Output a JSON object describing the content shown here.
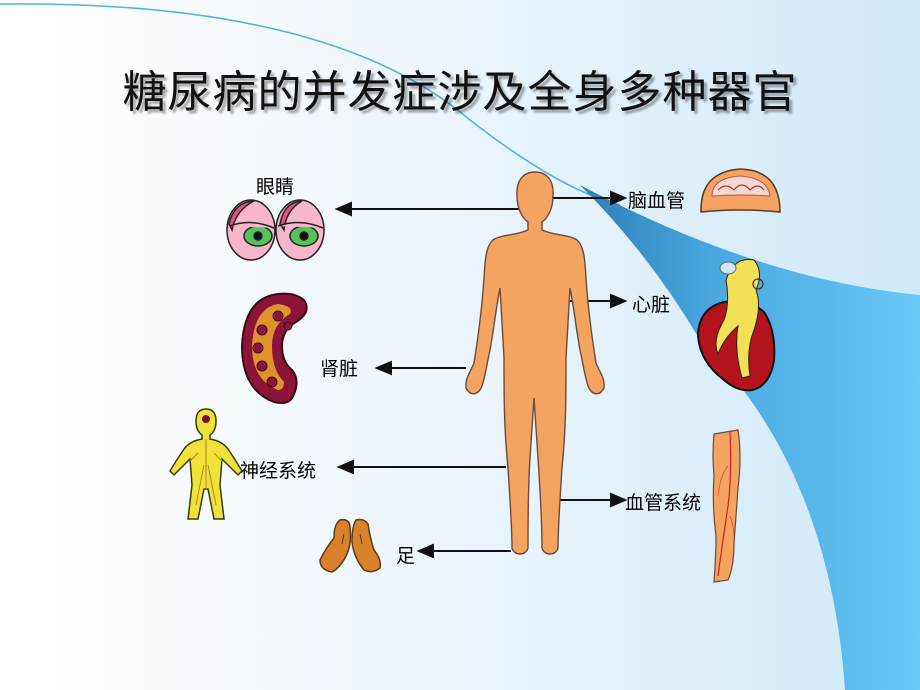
{
  "slide": {
    "title": "糖尿病的并发症涉及全身多种器官",
    "colors": {
      "background_light": "#eef6fc",
      "accent_band": "#5fc0f2",
      "accent_band_dark": "#3f8fc4",
      "body_skin": "#f4a460",
      "arrow": "#111111"
    }
  },
  "figure": {
    "center": "human-body-silhouette",
    "organs_left": [
      {
        "id": "eyes",
        "label": "眼睛",
        "icon": "eyes-icon"
      },
      {
        "id": "kidney",
        "label": "肾脏",
        "icon": "kidney-icon"
      },
      {
        "id": "nervous",
        "label": "神经系统",
        "icon": "nervous-system-icon"
      },
      {
        "id": "foot",
        "label": "足",
        "icon": "feet-icon"
      }
    ],
    "organs_right": [
      {
        "id": "cerebral",
        "label": "脑血管",
        "icon": "brain-icon"
      },
      {
        "id": "heart",
        "label": "心脏",
        "icon": "heart-icon"
      },
      {
        "id": "vascular",
        "label": "血管系统",
        "icon": "leg-vessels-icon"
      }
    ]
  }
}
